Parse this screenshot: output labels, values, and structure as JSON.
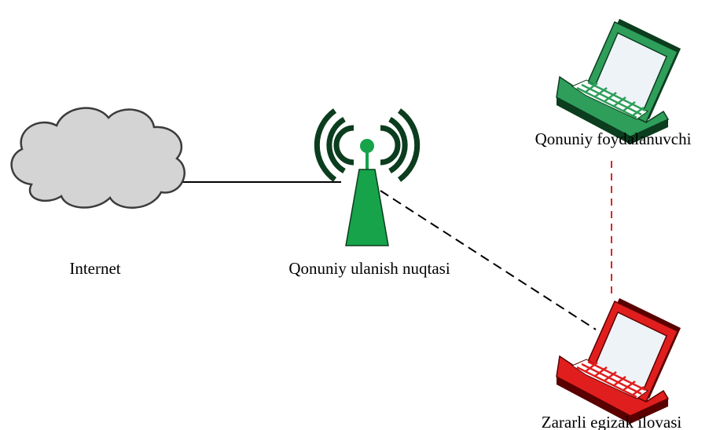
{
  "diagram": {
    "labels": {
      "internet": "Internet",
      "access_point": "Qonuniy ulanish nuqtasi",
      "legit_user": "Qonuniy foydalanuvchi",
      "evil_twin": "Zararli egizak ilovasi"
    },
    "colors": {
      "cloud_fill": "#d4d4d4",
      "cloud_stroke": "#3c3c3c",
      "tower": "#16a34a",
      "tower_dark": "#0b3d1e",
      "legit_laptop": "#2e9e5a",
      "legit_laptop_dark": "#0b3d1e",
      "evil_laptop": "#e01e1e",
      "evil_laptop_dark": "#5a0000",
      "screen": "#eef3f8",
      "wired_link": "#000000",
      "rogue_link": "#000000",
      "intercept_link": "#d9252a"
    },
    "links": {
      "internet_to_access_point": "solid",
      "access_point_to_evil_twin": "dashed",
      "legit_user_to_evil_twin": "dashed"
    },
    "icons": [
      "cloud-icon",
      "antenna-tower-icon",
      "laptop-icon",
      "laptop-icon"
    ]
  }
}
